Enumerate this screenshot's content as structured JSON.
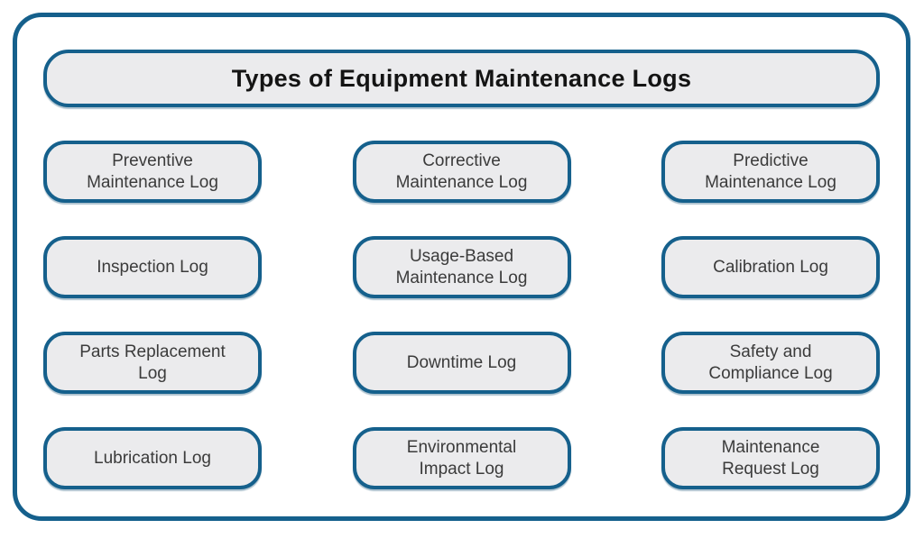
{
  "diagram": {
    "title": "Types of Equipment Maintenance Logs",
    "colors": {
      "border_blue": "#15608c",
      "box_fill": "#ebebed",
      "title_text": "#141414",
      "box_text": "#3b3b3b",
      "background": "#ffffff"
    },
    "boxes": [
      {
        "label": "Preventive\nMaintenance Log"
      },
      {
        "label": "Corrective\nMaintenance Log"
      },
      {
        "label": "Predictive\nMaintenance Log"
      },
      {
        "label": "Inspection Log"
      },
      {
        "label": "Usage-Based\nMaintenance Log"
      },
      {
        "label": "Calibration Log"
      },
      {
        "label": "Parts Replacement\nLog"
      },
      {
        "label": "Downtime Log"
      },
      {
        "label": "Safety and\nCompliance Log"
      },
      {
        "label": "Lubrication Log"
      },
      {
        "label": "Environmental\nImpact Log"
      },
      {
        "label": "Maintenance\nRequest Log"
      }
    ]
  }
}
